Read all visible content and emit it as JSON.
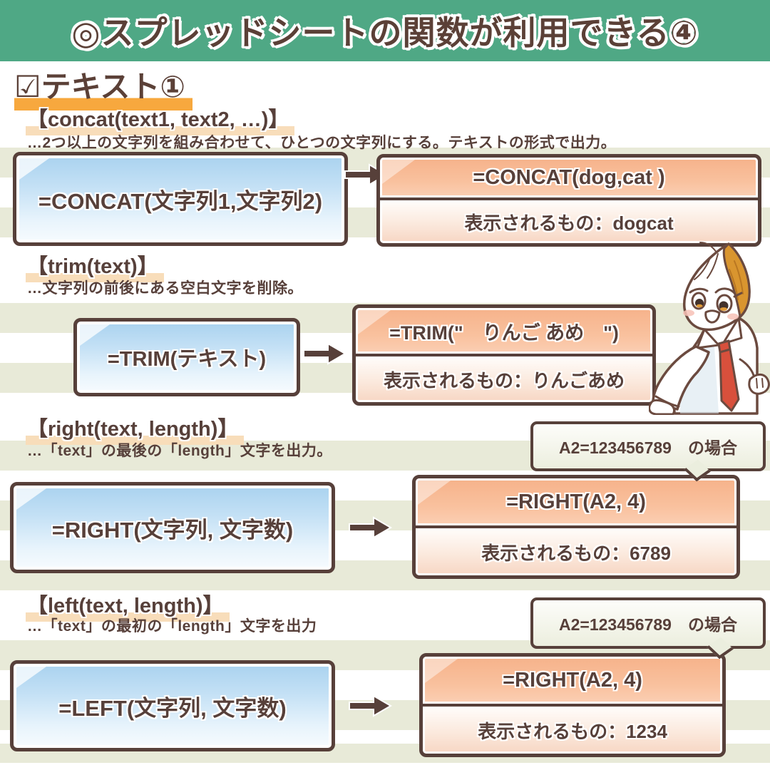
{
  "header": {
    "title": "◎スプレッドシートの関数が利用できる④"
  },
  "section": {
    "check_icon": "☑",
    "title": "テキスト①"
  },
  "functions": [
    {
      "heading": "【concat(text1, text2, …)】",
      "description": "…2つ以上の文字列を組み合わせて、ひとつの文字列にする。テキストの形式で出力。",
      "formula": "=CONCAT(文字列1,文字列2)",
      "example": "=CONCAT(dog,cat )",
      "result": "表示されるもの：dogcat"
    },
    {
      "heading": "【trim(text)】",
      "description": "…文字列の前後にある空白文字を削除。",
      "formula": "=TRIM(テキスト)",
      "example": "=TRIM(\"　りんご あめ　\")",
      "result": "表示されるもの：りんごあめ"
    },
    {
      "heading": "【right(text, length)】",
      "description": "…「text」の最後の「length」文字を出力。",
      "note": "A2=123456789　の場合",
      "formula": "=RIGHT(文字列, 文字数)",
      "example": "=RIGHT(A2, 4)",
      "result": "表示されるもの：6789"
    },
    {
      "heading": "【left(text, length)】",
      "description": "…「text」の最初の「length」文字を出力",
      "note": "A2=123456789　の場合",
      "formula": "=LEFT(文字列, 文字数)",
      "example": "=RIGHT(A2, 4)",
      "result": "表示されるもの：1234"
    }
  ],
  "icons": {
    "arrow_right": "→",
    "checkbox_checked": "☑"
  },
  "colors": {
    "header_green": "#4fa885",
    "text_brown": "#57403a",
    "accent_orange": "#f7a83e",
    "heading_highlight": "#f8ddba",
    "stripe_beige": "#e8ead8",
    "box_blue": "#a9d2ef",
    "box_orange": "#f6b28a",
    "tie_red": "#d8503c"
  }
}
